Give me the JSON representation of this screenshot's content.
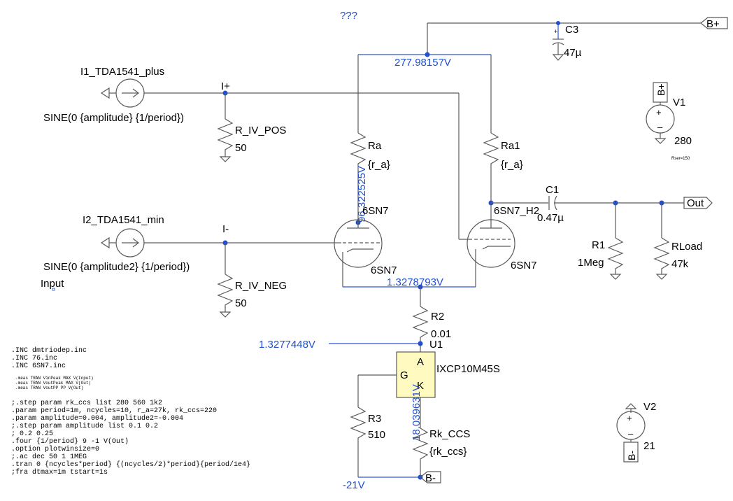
{
  "question_marks": "???",
  "nodes": {
    "b_plus_top": "B+",
    "b_plus_v1": "B+",
    "b_minus_bottom": "B-",
    "b_minus_v2": "B-",
    "out": "Out",
    "i_plus": "I+",
    "i_minus": "I-",
    "input": "Input"
  },
  "voltages": {
    "top": "277.98157V",
    "plate": "96.322525V",
    "cathode": "1.3278793V",
    "grid_u1": "1.3277448V",
    "u1_k": "18.039631V",
    "bottom": "-21V"
  },
  "components": {
    "c3_name": "C3",
    "c3_value": "47µ",
    "v1_name": "V1",
    "v1_value": "280",
    "v1_rser": "Rser=150",
    "i1_name": "I1_TDA1541_plus",
    "i1_value": "SINE(0 {amplitude} {1/period})",
    "r_iv_pos_name": "R_IV_POS",
    "r_iv_pos_value": "50",
    "ra_name": "Ra",
    "ra_value": "{r_a}",
    "ra1_name": "Ra1",
    "ra1_value": "{r_a}",
    "c1_name": "C1",
    "c1_value": "0.47µ",
    "tube1_model": "6SN7",
    "tube1_name": "6SN7",
    "tube2_model": "6SN7",
    "tube2_name": "6SN7_H2",
    "r1_name": "R1",
    "r1_value": "1Meg",
    "rload_name": "RLoad",
    "rload_value": "47k",
    "i2_name": "I2_TDA1541_min",
    "i2_value": "SINE(0 {amplitude2} {1/period})",
    "r_iv_neg_name": "R_IV_NEG",
    "r_iv_neg_value": "50",
    "r2_name": "R2",
    "r2_value": "0.01",
    "u1_name": "U1",
    "u1_model": "IXCP10M45S",
    "u1_pin_a": "A",
    "u1_pin_g": "G",
    "u1_pin_k": "K",
    "r3_name": "R3",
    "r3_value": "510",
    "rk_ccs_name": "Rk_CCS",
    "rk_ccs_value": "{rk_ccs}",
    "v2_name": "V2",
    "v2_value": "21"
  },
  "directives": [
    ".INC dmtriodep.inc",
    ".INC 76.inc",
    ".INC 6SN7.inc"
  ],
  "meas": [
    ".meas TRAN VinPeak MAX V(Input)",
    ".meas TRAN VoutPeak MAX V(Out)",
    ".meas TRAN VoutPP PP V(Out)"
  ],
  "params": [
    ";.step param rk_ccs list 280 560 1k2",
    ".param period=1m, ncycles=10, r_a=27k, rk_ccs=220",
    ".param amplitude=0.004, amplitude2=-0.004",
    ";.step param amplitude list 0.1 0.2",
    "; 0.2 0.25",
    ".four {1/period} 9 -1 V(Out)",
    ".option plotwinsize=0",
    ";.ac dec 50 1 1MEG",
    ".tran 0 {ncycles*period} {(ncycles/2)*period}{period/1e4}",
    ";fra dtmax=1m tstart=1s"
  ]
}
